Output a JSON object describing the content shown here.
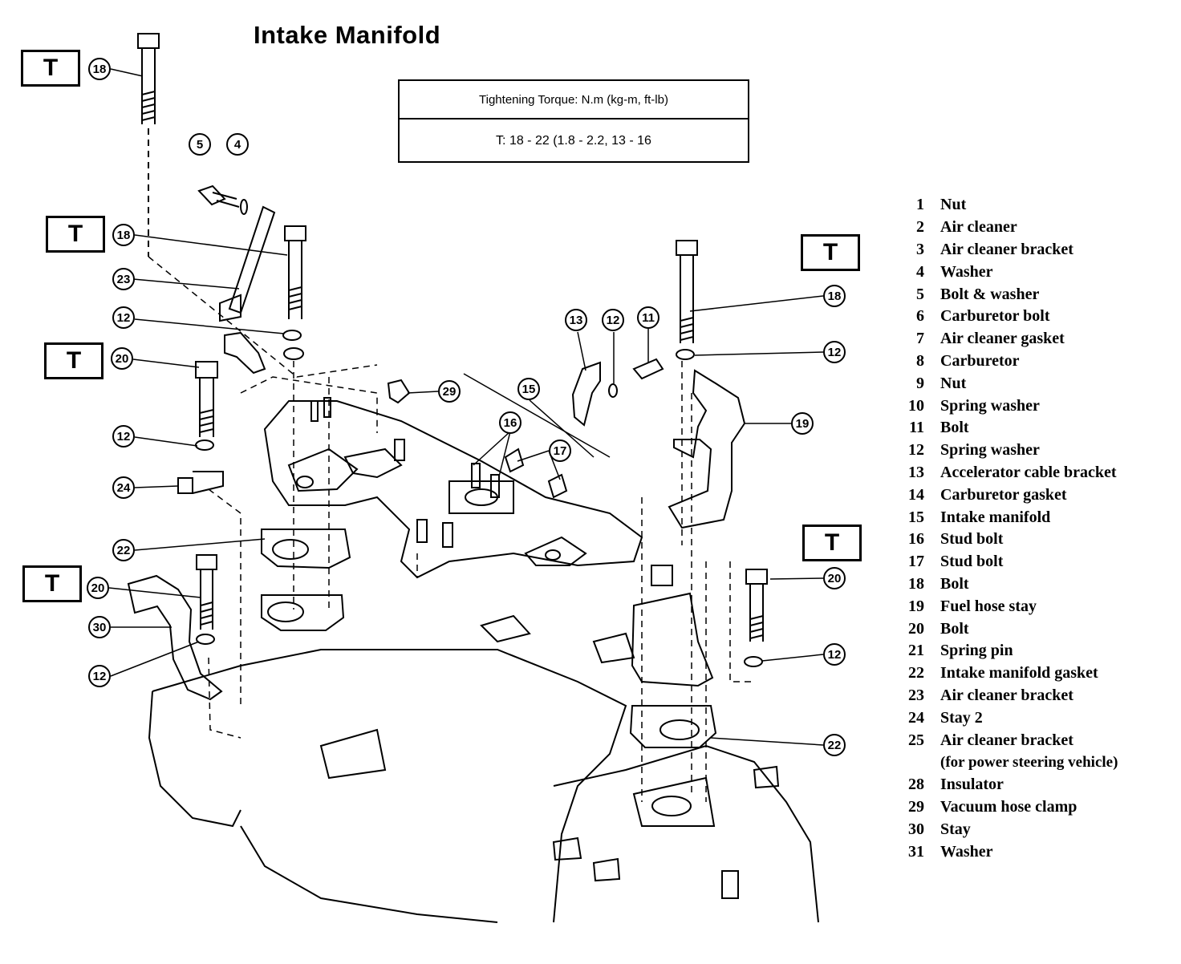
{
  "title": "Intake Manifold",
  "torque": {
    "header": "Tightening Torque:  N.m (kg-m, ft-lb)",
    "value": "T:  18 - 22 (1.8 - 2.2, 13 - 16"
  },
  "torque_marker": "T",
  "parts": [
    {
      "num": "1",
      "name": "Nut"
    },
    {
      "num": "2",
      "name": "Air cleaner"
    },
    {
      "num": "3",
      "name": "Air cleaner bracket"
    },
    {
      "num": "4",
      "name": "Washer"
    },
    {
      "num": "5",
      "name": "Bolt & washer"
    },
    {
      "num": "6",
      "name": "Carburetor bolt"
    },
    {
      "num": "7",
      "name": "Air cleaner gasket"
    },
    {
      "num": "8",
      "name": "Carburetor"
    },
    {
      "num": "9",
      "name": "Nut"
    },
    {
      "num": "10",
      "name": "Spring washer"
    },
    {
      "num": "11",
      "name": "Bolt"
    },
    {
      "num": "12",
      "name": "Spring washer"
    },
    {
      "num": "13",
      "name": "Accelerator cable bracket"
    },
    {
      "num": "14",
      "name": "Carburetor gasket"
    },
    {
      "num": "15",
      "name": "Intake manifold"
    },
    {
      "num": "16",
      "name": "Stud bolt"
    },
    {
      "num": "17",
      "name": "Stud bolt"
    },
    {
      "num": "18",
      "name": "Bolt"
    },
    {
      "num": "19",
      "name": "Fuel hose stay"
    },
    {
      "num": "20",
      "name": "Bolt"
    },
    {
      "num": "21",
      "name": "Spring pin"
    },
    {
      "num": "22",
      "name": "Intake manifold gasket"
    },
    {
      "num": "23",
      "name": "Air cleaner bracket"
    },
    {
      "num": "24",
      "name": "Stay 2"
    },
    {
      "num": "25",
      "name": "Air cleaner bracket"
    },
    {
      "num": "",
      "name": "(for power steering vehicle)"
    },
    {
      "num": "28",
      "name": "Insulator"
    },
    {
      "num": "29",
      "name": "Vacuum hose clamp"
    },
    {
      "num": "30",
      "name": "Stay"
    },
    {
      "num": "31",
      "name": "Washer"
    }
  ],
  "callouts": [
    "18",
    "5",
    "4",
    "18",
    "23",
    "12",
    "20",
    "12",
    "24",
    "22",
    "20",
    "30",
    "12",
    "29",
    "15",
    "16",
    "17",
    "13",
    "12",
    "11",
    "18",
    "12",
    "19",
    "20",
    "12",
    "22"
  ]
}
